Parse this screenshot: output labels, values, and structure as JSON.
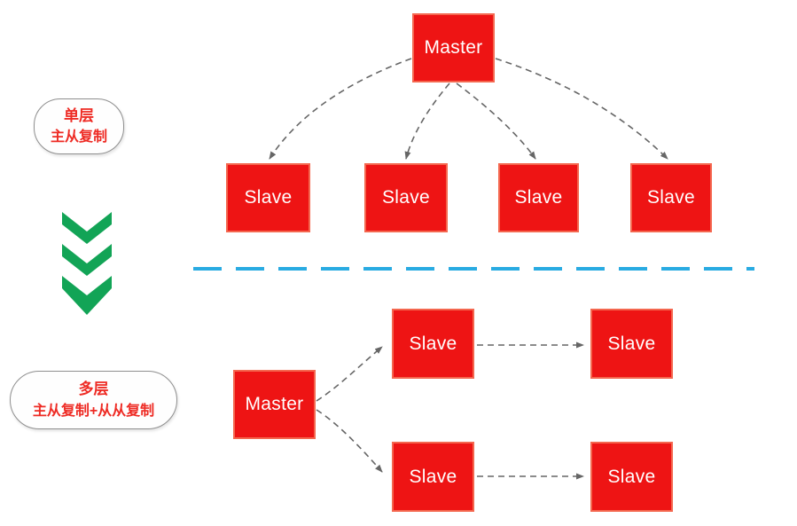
{
  "colors": {
    "background": "#ffffff",
    "box_fill": "#ee1414",
    "box_border": "#f4674f",
    "node_text": "#ffffff",
    "label_text": "#ee2b24",
    "label_border": "#8f8f8f",
    "arrow": "#666666",
    "divider": "#29abe2",
    "chevron": "#12a456"
  },
  "top_section": {
    "label_line1": "单层",
    "label_line2": "主从复制",
    "master": "Master",
    "slaves": [
      "Slave",
      "Slave",
      "Slave",
      "Slave"
    ]
  },
  "bottom_section": {
    "label_line1": "多层",
    "label_line2": "主从复制+从从复制",
    "master": "Master",
    "slaves": [
      "Slave",
      "Slave",
      "Slave",
      "Slave"
    ]
  }
}
